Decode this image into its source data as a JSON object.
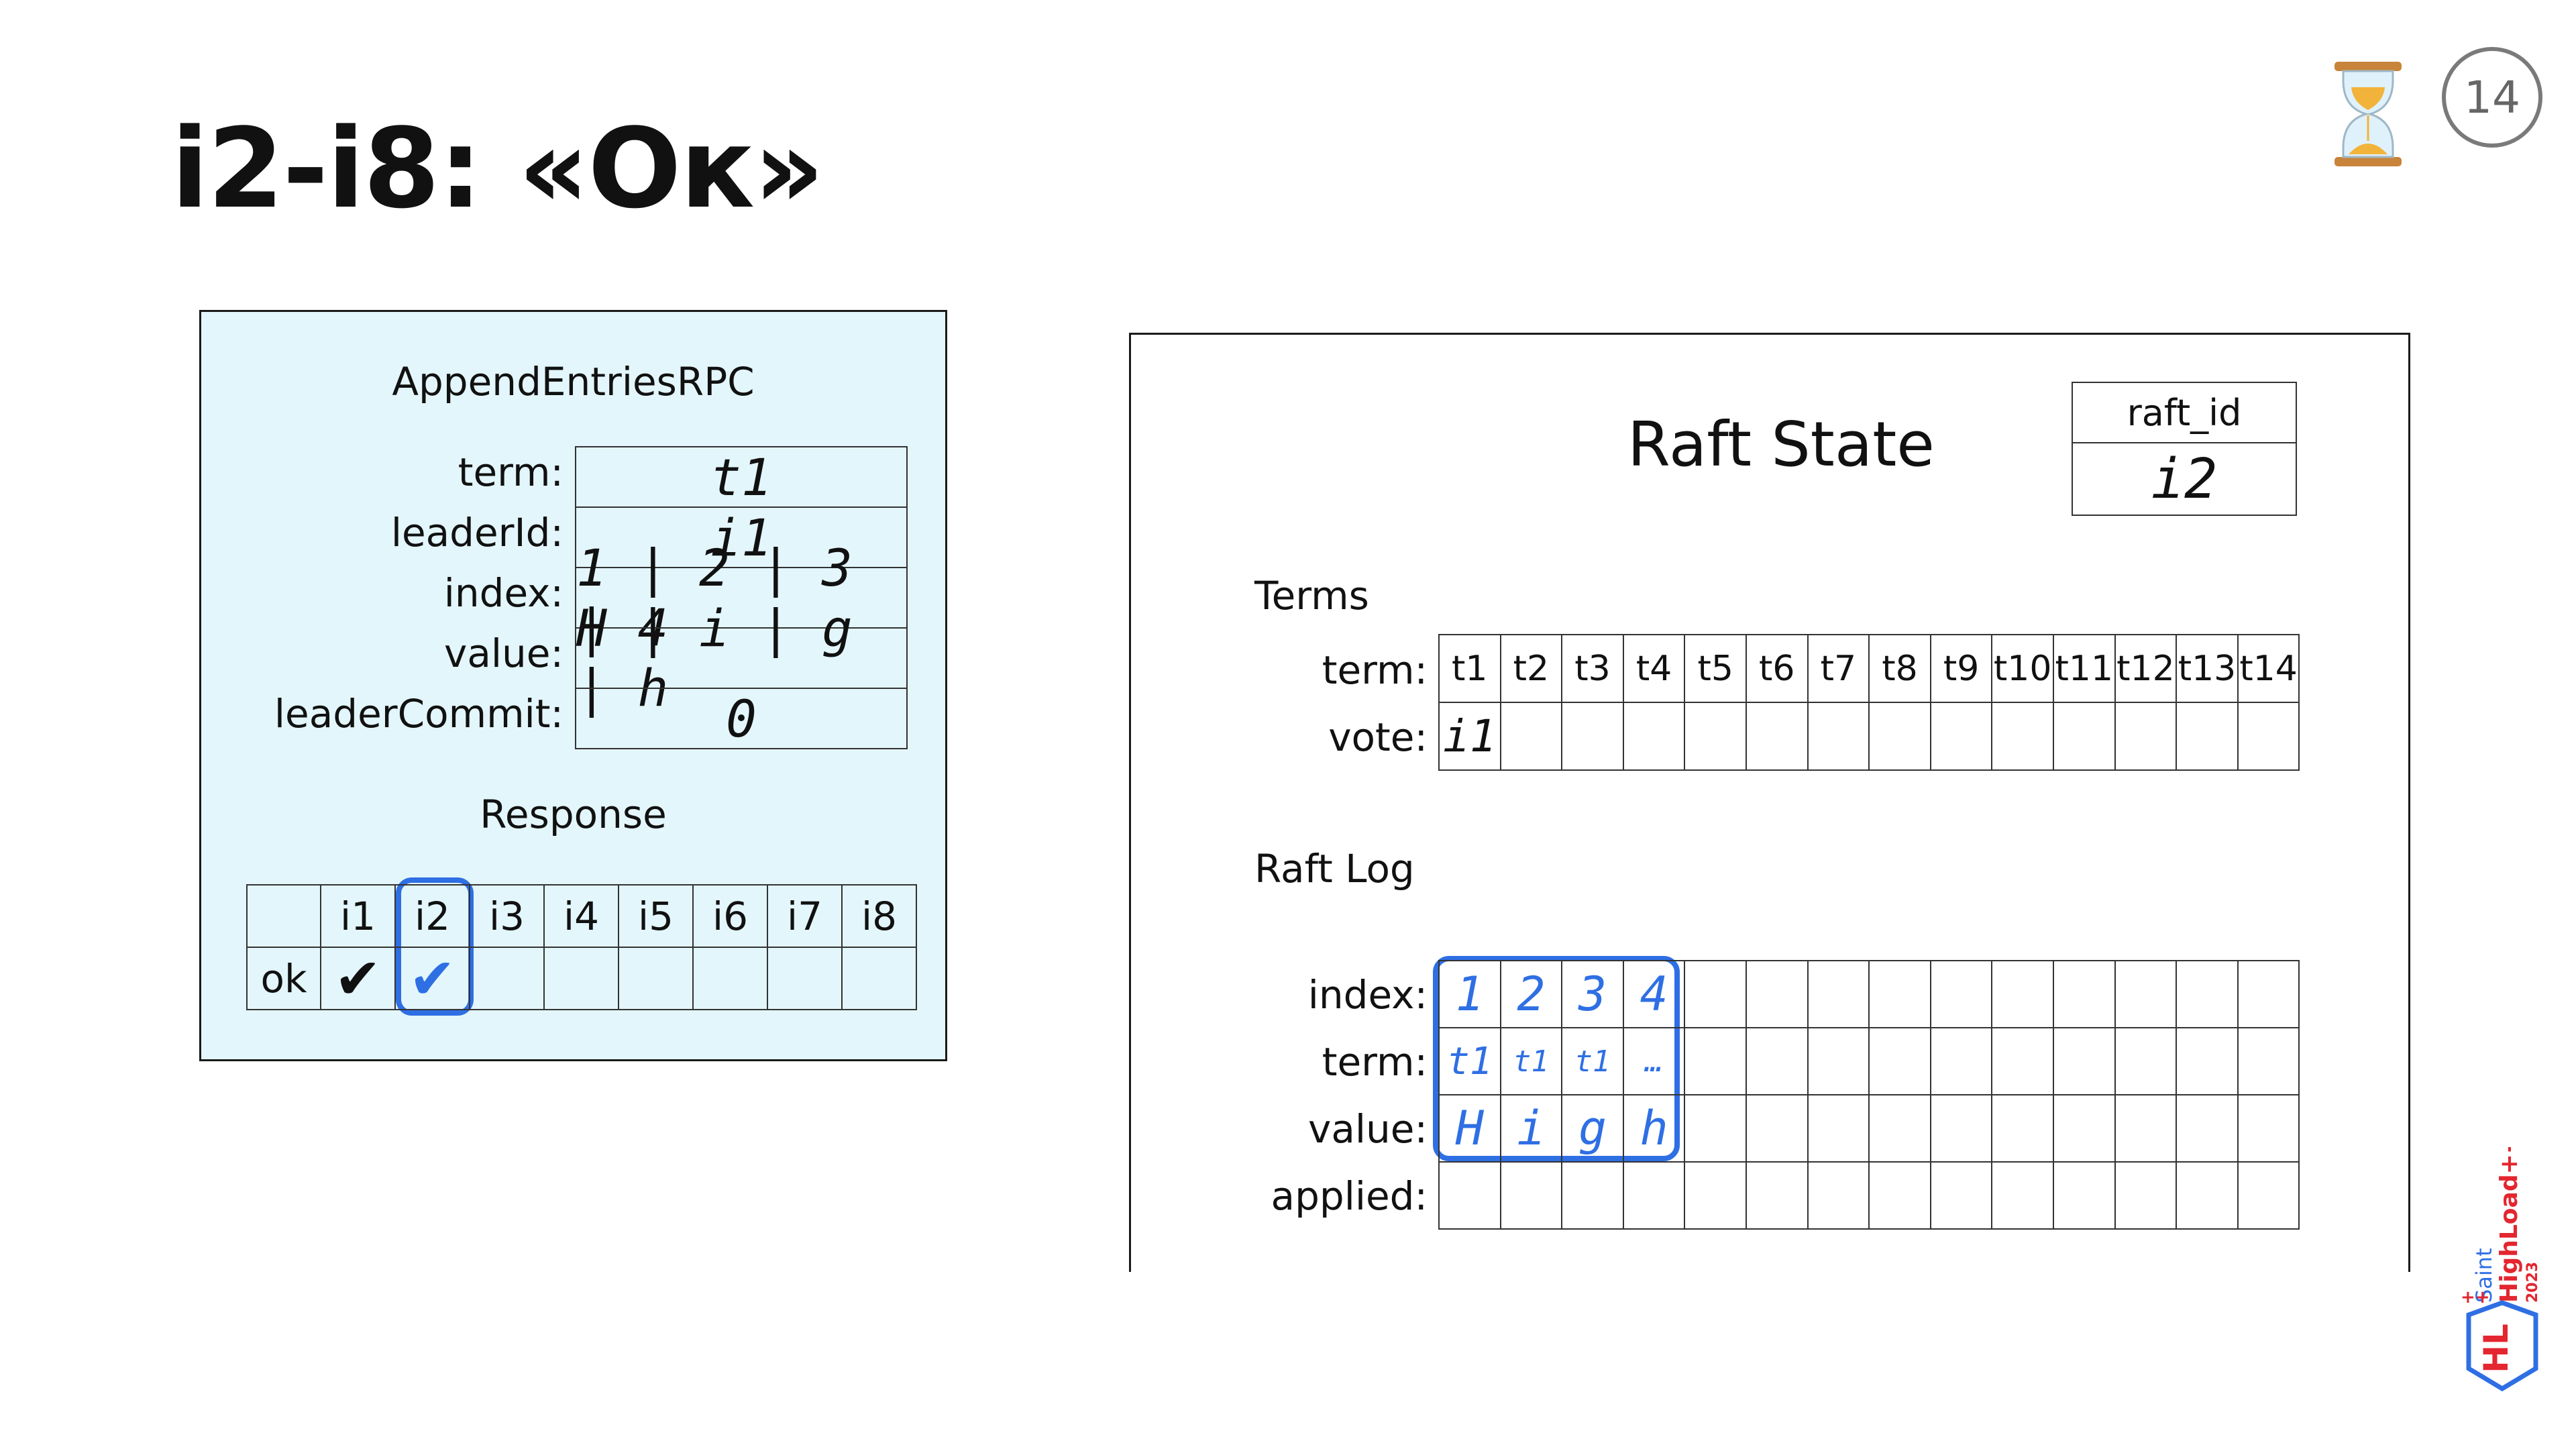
{
  "slide": {
    "title": "i2-i8: «Ок»",
    "page_number": "14",
    "hourglass_icon": "hourglass-icon",
    "logo": {
      "line1": "Saint",
      "line2": "HighLoad++",
      "line3": "2023",
      "mark": "HL",
      "plus": "++"
    }
  },
  "rpc": {
    "title": "AppendEntriesRPC",
    "fields": [
      {
        "label": "term:",
        "value": "t1"
      },
      {
        "label": "leaderId:",
        "value": "i1"
      },
      {
        "label": "index:",
        "value": "1 | 2 | 3 | 4"
      },
      {
        "label": "value:",
        "value": "H | i | g | h"
      },
      {
        "label": "leaderCommit:",
        "value": "0"
      }
    ],
    "response": {
      "title": "Response",
      "row_label": "ok",
      "columns": [
        "i1",
        "i2",
        "i3",
        "i4",
        "i5",
        "i6",
        "i7",
        "i8"
      ],
      "ok": [
        "✔",
        "✔",
        "",
        "",
        "",
        "",
        "",
        ""
      ],
      "highlighted_column": "i2"
    }
  },
  "raft_state": {
    "title": "Raft State",
    "raft_id_label": "raft_id",
    "raft_id_value": "i2",
    "terms": {
      "title": "Terms",
      "term_label": "term:",
      "vote_label": "vote:",
      "terms": [
        "t1",
        "t2",
        "t3",
        "t4",
        "t5",
        "t6",
        "t7",
        "t8",
        "t9",
        "t10",
        "t11",
        "t12",
        "t13",
        "t14"
      ],
      "votes": [
        "i1",
        "",
        "",
        "",
        "",
        "",
        "",
        "",
        "",
        "",
        "",
        "",
        "",
        ""
      ]
    },
    "log": {
      "title": "Raft Log",
      "row_labels": [
        "index:",
        "term:",
        "value:",
        "applied:"
      ],
      "index": [
        "1",
        "2",
        "3",
        "4",
        "",
        "",
        "",
        "",
        "",
        "",
        "",
        "",
        "",
        ""
      ],
      "term": [
        "t1",
        "t1",
        "t1",
        "…",
        "",
        "",
        "",
        "",
        "",
        "",
        "",
        "",
        "",
        ""
      ],
      "value": [
        "H",
        "i",
        "g",
        "h",
        "",
        "",
        "",
        "",
        "",
        "",
        "",
        "",
        "",
        ""
      ],
      "applied": [
        "",
        "",
        "",
        "",
        "",
        "",
        "",
        "",
        "",
        "",
        "",
        "",
        "",
        ""
      ]
    }
  },
  "colors": {
    "highlight": "#2f6fe4",
    "panel_bg": "#e3f6fb",
    "logo_red": "#e3262f",
    "logo_blue": "#2f6fe4"
  }
}
